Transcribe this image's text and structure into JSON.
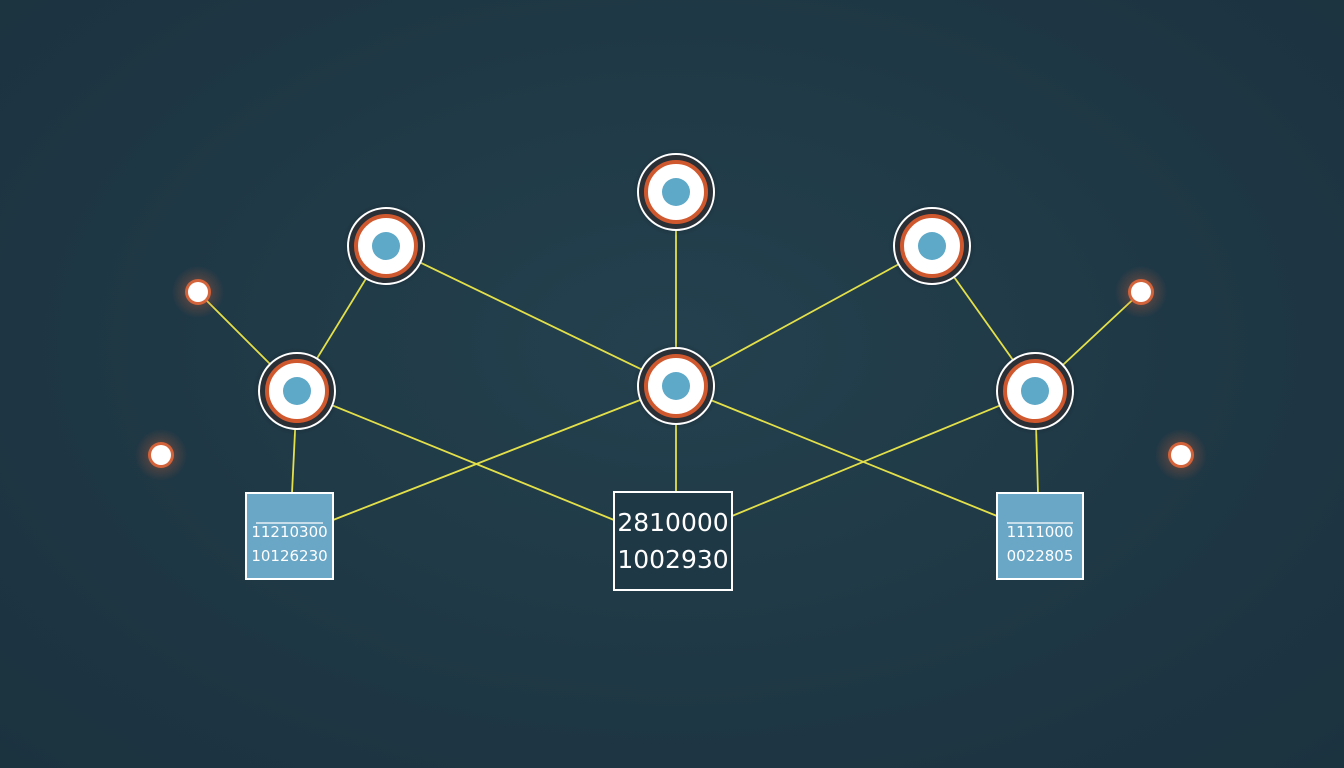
{
  "colors": {
    "background": "#1f3845",
    "edge": "#e3e04a",
    "node_ring_outer": "#ffffff",
    "node_ring_inner": "#d0582e",
    "node_core": "#5ea8c8",
    "node_fill": "#ffffff",
    "box_blue_fill": "#6aa6c6",
    "box_dark_fill": "#1f3845",
    "box_border": "#ffffff",
    "box_text": "#ffffff",
    "glow": "#e0663a"
  },
  "diagram": {
    "nodes": [
      {
        "id": "node-top-center",
        "kind": "ring"
      },
      {
        "id": "node-upper-left",
        "kind": "ring"
      },
      {
        "id": "node-upper-right",
        "kind": "ring"
      },
      {
        "id": "node-mid-left",
        "kind": "ring"
      },
      {
        "id": "node-mid-center",
        "kind": "ring"
      },
      {
        "id": "node-mid-right",
        "kind": "ring"
      },
      {
        "id": "dot-far-left-upper",
        "kind": "dot"
      },
      {
        "id": "dot-far-left-lower",
        "kind": "dot"
      },
      {
        "id": "dot-far-right-upper",
        "kind": "dot"
      },
      {
        "id": "dot-far-right-lower",
        "kind": "dot"
      }
    ],
    "boxes": [
      {
        "id": "box-left",
        "style": "blue",
        "lines": [
          "11210300",
          "10126230"
        ]
      },
      {
        "id": "box-center",
        "style": "dark",
        "lines": [
          "2810000",
          "1002930"
        ]
      },
      {
        "id": "box-right",
        "style": "blue",
        "lines": [
          "1111000",
          "0022805"
        ]
      }
    ],
    "edges": [
      [
        "node-top-center",
        "node-mid-center"
      ],
      [
        "node-upper-left",
        "node-mid-left"
      ],
      [
        "node-upper-left",
        "node-mid-center"
      ],
      [
        "node-upper-right",
        "node-mid-center"
      ],
      [
        "node-upper-right",
        "node-mid-right"
      ],
      [
        "dot-far-left-upper",
        "node-mid-left"
      ],
      [
        "dot-far-right-upper",
        "node-mid-right"
      ],
      [
        "node-mid-left",
        "box-left"
      ],
      [
        "node-mid-left",
        "box-center"
      ],
      [
        "node-mid-center",
        "box-left"
      ],
      [
        "node-mid-center",
        "box-center"
      ],
      [
        "node-mid-center",
        "box-right"
      ],
      [
        "node-mid-right",
        "box-center"
      ],
      [
        "node-mid-right",
        "box-right"
      ]
    ]
  }
}
